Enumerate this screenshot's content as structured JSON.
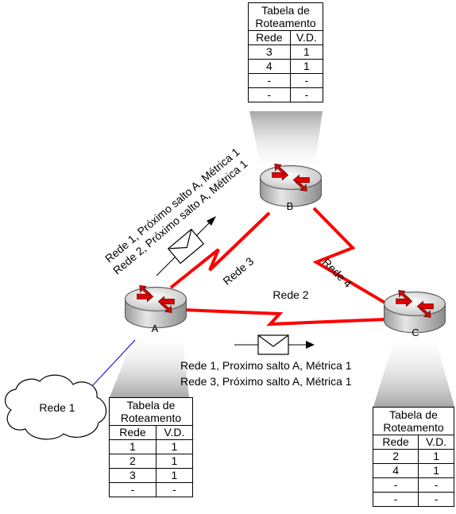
{
  "routers": {
    "a": {
      "label": "A"
    },
    "b": {
      "label": "B"
    },
    "c": {
      "label": "C"
    }
  },
  "cloud": {
    "label": "Rede 1"
  },
  "links": {
    "ab": "Rede 3",
    "bc": "Rede 4",
    "ac": "Rede 2"
  },
  "messages": {
    "from_a": [
      "Rede 1, Próximo salto A, Métrica 1",
      "Rede 2, Próximo salto A, Métrica 1"
    ],
    "a_to_c": [
      "Rede 1, Proximo salto A, Métrica 1",
      "Rede 3, Próximo salto  A, Métrica 1"
    ]
  },
  "tables": {
    "b": {
      "title": [
        "Tabela de",
        "Roteamento"
      ],
      "headers": [
        "Rede",
        "V.D."
      ],
      "rows": [
        [
          "3",
          "1"
        ],
        [
          "4",
          "1"
        ],
        [
          "-",
          "-"
        ],
        [
          "-",
          "-"
        ]
      ]
    },
    "a": {
      "title": [
        "Tabela de",
        "Roteamento"
      ],
      "headers": [
        "Rede",
        "V.D."
      ],
      "rows": [
        [
          "1",
          "1"
        ],
        [
          "2",
          "1"
        ],
        [
          "3",
          "1"
        ],
        [
          "-",
          "-"
        ]
      ]
    },
    "c": {
      "title": [
        "Tabela de",
        "Roteamento"
      ],
      "headers": [
        "Rede",
        "V.D."
      ],
      "rows": [
        [
          "2",
          "1"
        ],
        [
          "4",
          "1"
        ],
        [
          "-",
          "-"
        ],
        [
          "-",
          "-"
        ]
      ]
    }
  },
  "colors": {
    "link": "#ff0000",
    "router_body": "#c8c8c8",
    "router_arrow": "#e00000",
    "cloud_line": "#0000cc",
    "shade": "#b4b4b4"
  }
}
